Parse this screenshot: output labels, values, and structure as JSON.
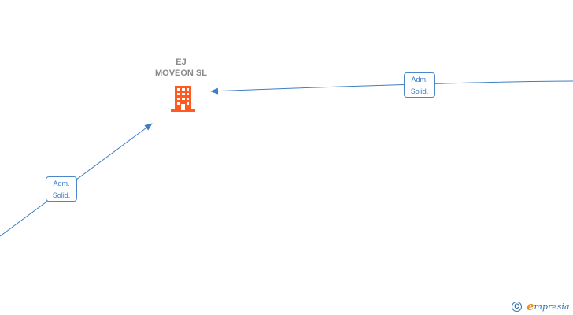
{
  "company": {
    "name_line1": "EJ",
    "name_line2": "MOVEON  SL",
    "icon": "building-icon",
    "icon_color": "#ff5a1f"
  },
  "relations": [
    {
      "line1": "Adm.",
      "line2": "Solid."
    },
    {
      "line1": "Adm.",
      "line2": "Solid."
    }
  ],
  "colors": {
    "edge": "#3d7ec4",
    "label_text": "#3a78c0",
    "company_text": "#8a8a8a"
  },
  "watermark": {
    "symbol": "C",
    "brand_initial": "e",
    "brand_rest": "mpresia"
  }
}
